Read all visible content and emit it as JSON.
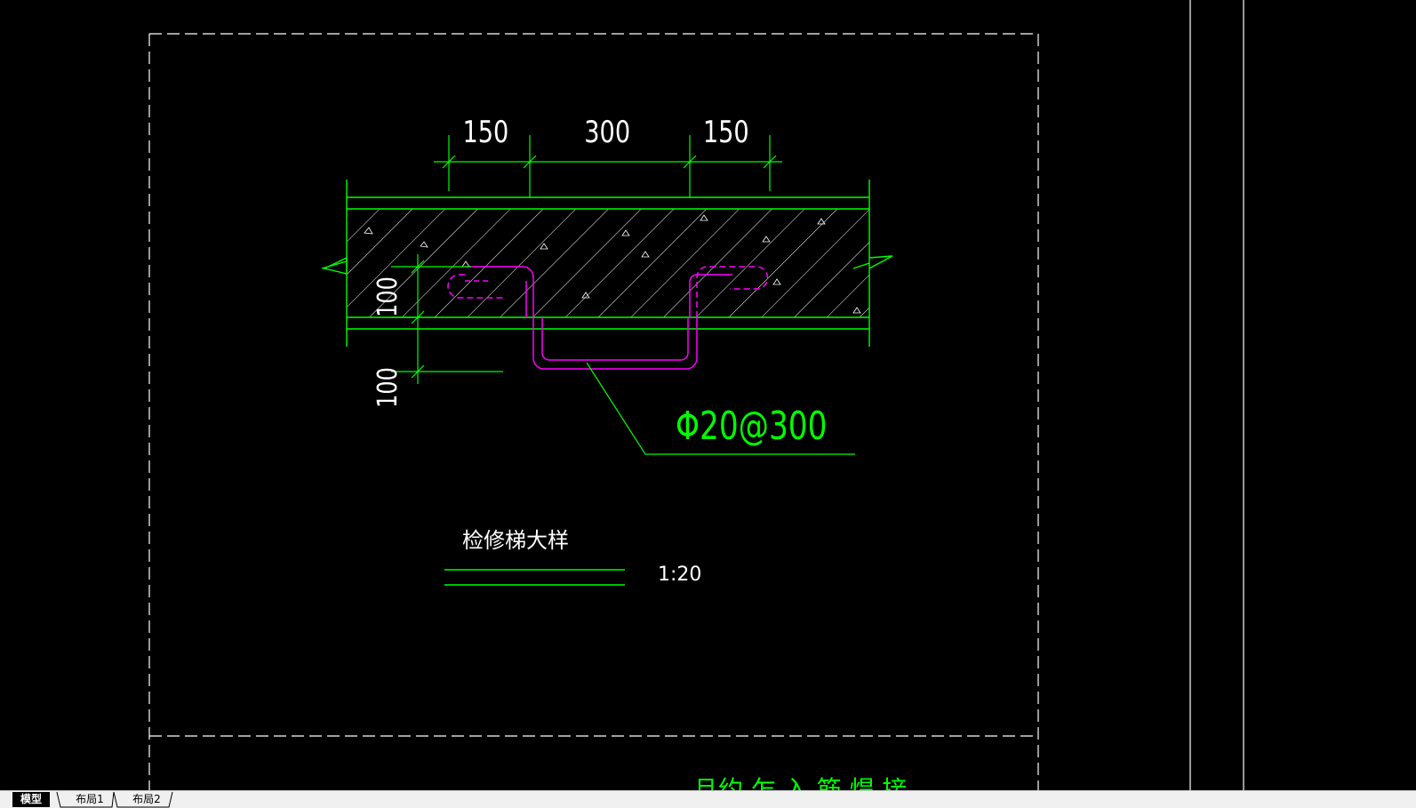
{
  "drawing": {
    "dims": {
      "dim1": "150",
      "dim2": "300",
      "dim3": "150",
      "vert1": "100",
      "vert2": "100"
    },
    "rebar_label": "Φ20@300",
    "detail_title": "检修梯大样",
    "scale": "1:20",
    "bottom_partial_text": "且约 乍 入 筋 焊 接"
  },
  "colors": {
    "background": "#000000",
    "line_white": "#ffffff",
    "line_green": "#00ff00",
    "line_magenta": "#ff00ff",
    "text_green": "#00ff00"
  },
  "tabs": [
    {
      "label": "模型",
      "active": true
    },
    {
      "label": "布局1",
      "active": false
    },
    {
      "label": "布局2",
      "active": false
    }
  ]
}
